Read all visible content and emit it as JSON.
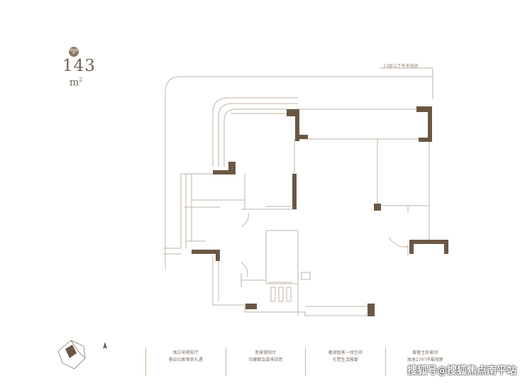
{
  "area": {
    "badge_label": "建筑面积",
    "value": "143",
    "unit": "m"
  },
  "annotation": "13层以下有木栈条",
  "features": [
    {
      "line1": "独立电梯前厅",
      "line2": "豪启归家尊崇礼遇"
    },
    {
      "line1": "宽景观阳台",
      "line2": "尽藏都会森境绿意"
    },
    {
      "line1": "奢阔智客一体空间",
      "line2": "礼赞生活雅宴"
    },
    {
      "line1": "套奢主卧套间",
      "line2": "独享270°环幕视野"
    }
  ],
  "watermark": "搜狐号@搜狐焦点南平站",
  "colors": {
    "wall": "#6b5744",
    "line": "#bfb3a3",
    "text": "#6e6252",
    "divider": "#cdb69a"
  }
}
